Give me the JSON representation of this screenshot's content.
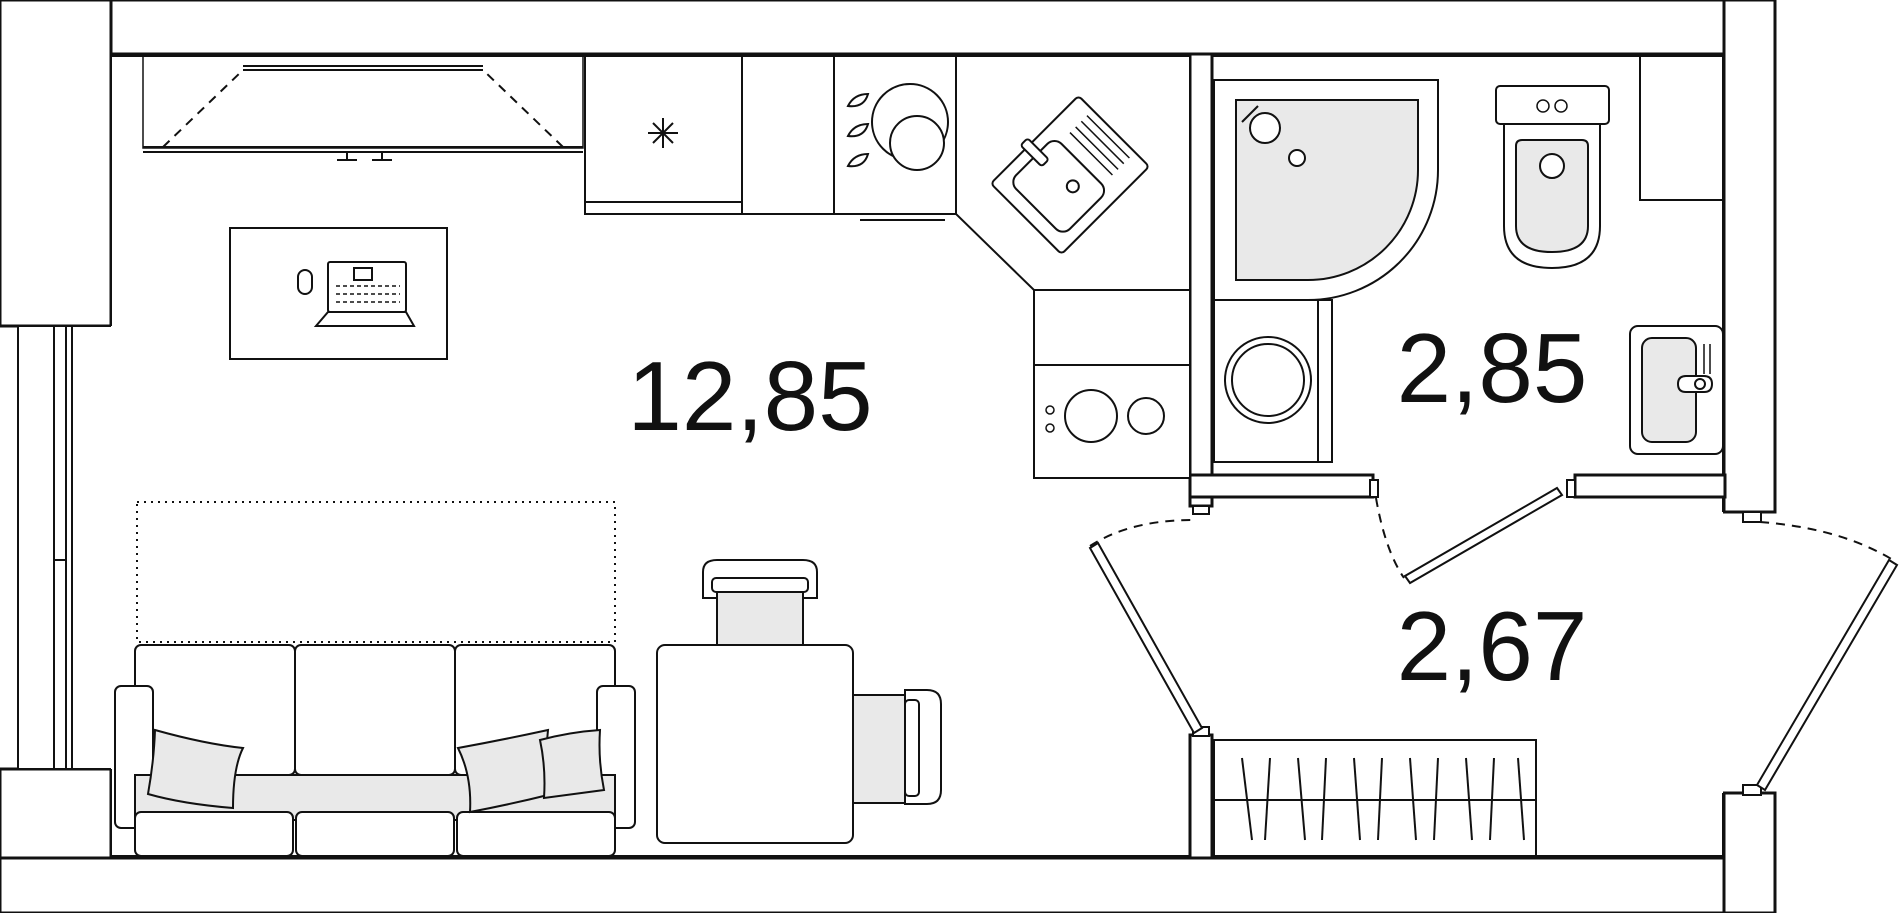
{
  "rooms": [
    {
      "id": "main-room",
      "area": "12,85"
    },
    {
      "id": "bathroom",
      "area": "2,85"
    },
    {
      "id": "hallway",
      "area": "2,67"
    }
  ],
  "colors": {
    "line": "#111111",
    "fixture_fill": "#e9e9e9",
    "background": "#ffffff"
  }
}
